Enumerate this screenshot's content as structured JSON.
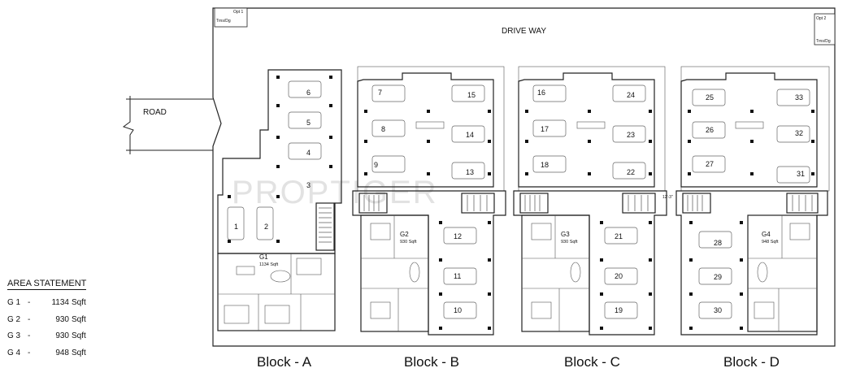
{
  "plan": {
    "driveway_label": "DRIVE WAY",
    "road_label": "ROAD",
    "watermark": "PROPTIGER",
    "corner_tags": [
      {
        "opt": "Opt 1",
        "sub": "Trns/Dg"
      },
      {
        "opt": "Opt 2",
        "sub": "Trns/Dg"
      }
    ],
    "dimension_note": "12'-3\""
  },
  "blocks": [
    {
      "label": "Block - A",
      "unit": {
        "code": "G1",
        "size": "1134 Sqft"
      },
      "slots": [
        "6",
        "5",
        "4",
        "3",
        "1",
        "2"
      ]
    },
    {
      "label": "Block - B",
      "unit": {
        "code": "G2",
        "size": "930 Sqft"
      },
      "slots": [
        "7",
        "15",
        "8",
        "14",
        "9",
        "13",
        "12",
        "11",
        "10"
      ]
    },
    {
      "label": "Block - C",
      "unit": {
        "code": "G3",
        "size": "930 Sqft"
      },
      "slots": [
        "16",
        "24",
        "17",
        "23",
        "18",
        "22",
        "21",
        "20",
        "19"
      ]
    },
    {
      "label": "Block - D",
      "unit": {
        "code": "G4",
        "size": "948 Sqft"
      },
      "slots": [
        "25",
        "33",
        "26",
        "32",
        "27",
        "31",
        "28",
        "29",
        "30"
      ]
    }
  ],
  "area_statement": {
    "title": "AREA STATEMENT",
    "rows": [
      {
        "unit": "G 1",
        "dash": "-",
        "value": "1134",
        "unit_label": "Sqft"
      },
      {
        "unit": "G 2",
        "dash": "-",
        "value": "930",
        "unit_label": "Sqft"
      },
      {
        "unit": "G 3",
        "dash": "-",
        "value": "930",
        "unit_label": "Sqft"
      },
      {
        "unit": "G 4",
        "dash": "-",
        "value": "948",
        "unit_label": "Sqft"
      }
    ]
  }
}
